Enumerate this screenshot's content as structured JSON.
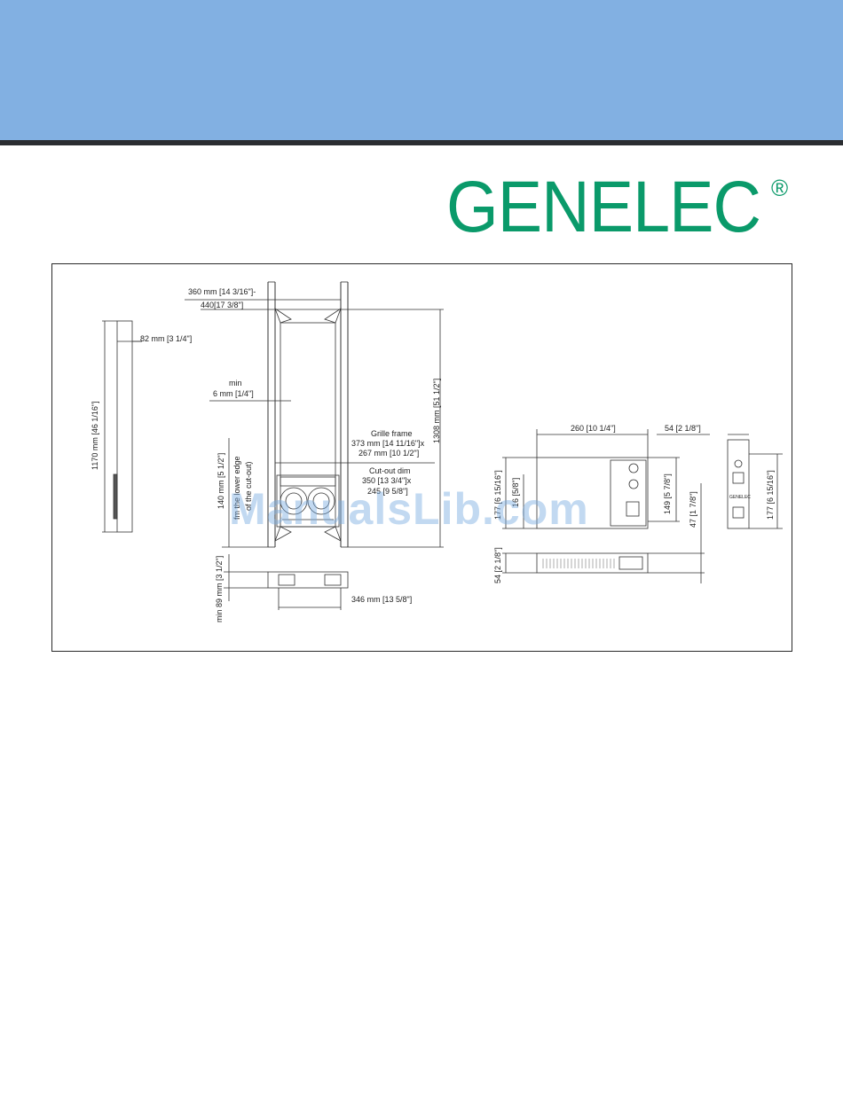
{
  "header": {
    "band_color": "#82b0e2",
    "rule_color": "#2b2d31",
    "logo_text": "GENELEC",
    "logo_registered": "®",
    "logo_color": "#0a9a6a"
  },
  "drawing": {
    "labels": {
      "width_top": "360 mm [14 3/16\"]-",
      "width_top2": "440[17 3/8\"]",
      "depth_82": "82 mm [3 1/4\"]",
      "height_1170": "1170 mm [46 1/16\"]",
      "min": "min",
      "min_6mm": "6 mm [1/4\"]",
      "height_1308": "1308 mm [51 1/2\"]",
      "grille_frame": "Grille frame",
      "grille_373": "373 mm [14 11/16\"]x",
      "grille_267": "267 mm [10 1/2\"]",
      "cutout_dim": "Cut-out dim",
      "cutout_350": "350 [13 3/4\"]x",
      "cutout_245": "245 [9 5/8\"]",
      "edge_140": "140 mm [5 1/2\"]",
      "edge_note1": "fm the lower edge",
      "edge_note2": "of the cut-out)",
      "min_89": "min 89 mm [3 1/2\"]",
      "width_346": "346 mm [13 5/8\"]",
      "amp_260": "260 [10 1/4\"]",
      "amp_54_top": "54 [2 1/8\"]",
      "amp_177_left": "177 [6 15/16\"]",
      "amp_16": "16 [5/8\"]",
      "amp_149": "149 [5 7/8\"]",
      "amp_47": "47 [1 7/8\"]",
      "amp_177_right": "177 [6 15/16\"]",
      "amp_54_side": "54 [2 1/8\"]",
      "amp_brand": "GENELEC"
    }
  },
  "watermark": "ManualsLib.com"
}
